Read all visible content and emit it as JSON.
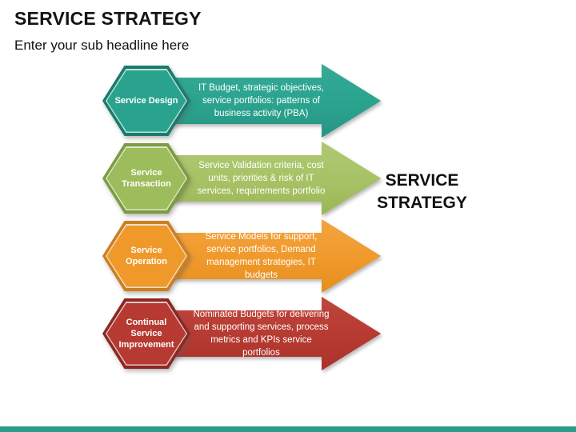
{
  "slide": {
    "title": "SERVICE STRATEGY",
    "subtitle": "Enter your sub headline here",
    "side_label": "SERVICE STRATEGY",
    "accent_color": "#2a9d8a",
    "background_color": "#ffffff"
  },
  "rows": [
    {
      "label": "Service Design",
      "description": "IT Budget, strategic objectives, service portfolios: patterns of business activity (PBA)",
      "color": "#2aa38e",
      "ring_color": "#187c6c"
    },
    {
      "label": "Service Transaction",
      "description": "Service Validation criteria, cost units, priorities & risk of IT services, requirements portfolio",
      "color": "#a6c264",
      "ring_color": "#7c9c3e"
    },
    {
      "label": "Service Operation",
      "description": "Service Models for support, service portfolios, Demand management strategies, IT budgets",
      "color": "#f0992b",
      "ring_color": "#cd7f20"
    },
    {
      "label": "Continual Service Improvement",
      "description": "Nominated Budgets for delivering and supporting services, process metrics and KPIs service portfolios",
      "color": "#b63a31",
      "ring_color": "#8e2723"
    }
  ]
}
